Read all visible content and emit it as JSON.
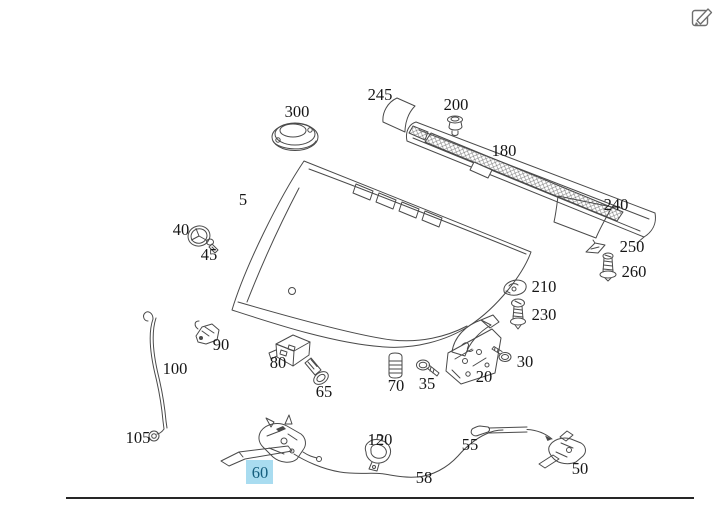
{
  "header": {
    "icons": {
      "edit": "edit-icon"
    }
  },
  "diagram": {
    "type": "exploded-parts-diagram",
    "subject": "car hood assembly line drawing",
    "line_color": "#4a4a4a",
    "label_color": "#161616",
    "highlight": {
      "part": "60",
      "box_color": "#a9dcf0",
      "text_color": "#155e7d"
    },
    "labels": [
      {
        "text": "300"
      },
      {
        "text": "245"
      },
      {
        "text": "200"
      },
      {
        "text": "180"
      },
      {
        "text": "240"
      },
      {
        "text": "250"
      },
      {
        "text": "260"
      },
      {
        "text": "5"
      },
      {
        "text": "40"
      },
      {
        "text": "45"
      },
      {
        "text": "210"
      },
      {
        "text": "230"
      },
      {
        "text": "90"
      },
      {
        "text": "100"
      },
      {
        "text": "80"
      },
      {
        "text": "65"
      },
      {
        "text": "70"
      },
      {
        "text": "35"
      },
      {
        "text": "20"
      },
      {
        "text": "30"
      },
      {
        "text": "105"
      },
      {
        "text": "60",
        "highlighted": true
      },
      {
        "text": "120"
      },
      {
        "text": "55"
      },
      {
        "text": "58"
      },
      {
        "text": "50"
      }
    ]
  }
}
